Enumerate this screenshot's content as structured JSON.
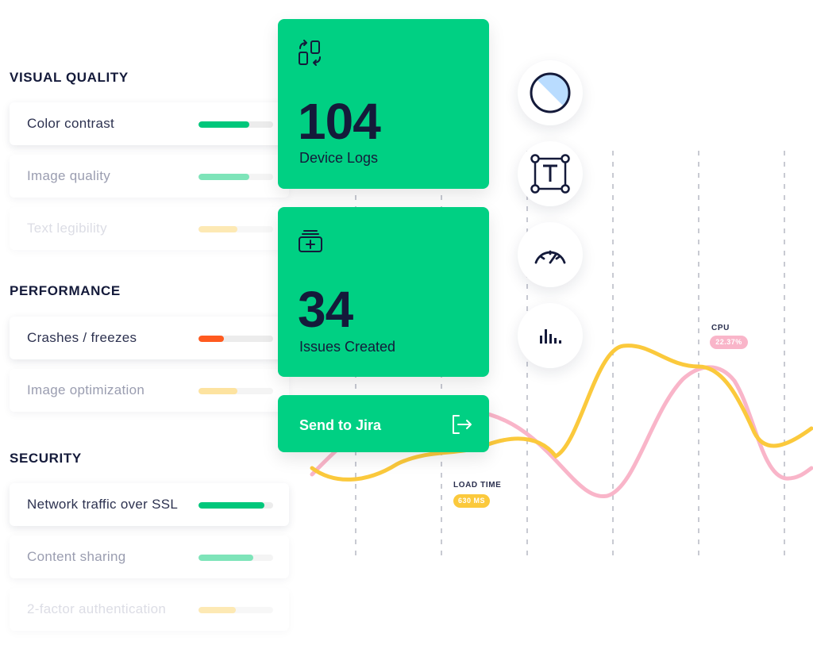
{
  "sections": [
    {
      "title": "VISUAL QUALITY",
      "items": [
        {
          "label": "Color contrast",
          "level": 0.68,
          "color": "#00c77b"
        },
        {
          "label": "Image quality",
          "level": 0.68,
          "color": "#7ee4b9"
        },
        {
          "label": "Text legibility",
          "level": 0.52,
          "color": "#fde9b4"
        }
      ]
    },
    {
      "title": "PERFORMANCE",
      "items": [
        {
          "label": "Crashes / freezes",
          "level": 0.34,
          "color": "#ff5a1f"
        },
        {
          "label": "Image optimization",
          "level": 0.52,
          "color": "#fde3a0"
        }
      ]
    },
    {
      "title": "SECURITY",
      "items": [
        {
          "label": "Network traffic over SSL",
          "level": 0.88,
          "color": "#00c77b"
        },
        {
          "label": "Content sharing",
          "level": 0.73,
          "color": "#7ee4b9"
        },
        {
          "label": "2-factor authentication",
          "level": 0.5,
          "color": "#fde9b4"
        }
      ]
    }
  ],
  "cards": {
    "device_logs": {
      "value": "104",
      "label": "Device Logs",
      "icon": "device-sync-icon"
    },
    "issues": {
      "value": "34",
      "label": "Issues Created",
      "icon": "medical-kit-icon"
    },
    "jira": {
      "label": "Send to Jira",
      "icon": "export-icon"
    }
  },
  "side_icons": [
    "contrast-circle-icon",
    "text-box-icon",
    "speedometer-icon",
    "bar-chart-icon"
  ],
  "metrics": {
    "cpu": {
      "label": "CPU",
      "value": "22.37%",
      "color": "#f9b5c9"
    },
    "load_time": {
      "label": "LOAD TIME",
      "value": "630 MS",
      "color": "#fbc93c"
    }
  },
  "colors": {
    "accent_green": "#00d083",
    "navy": "#141a3a"
  }
}
